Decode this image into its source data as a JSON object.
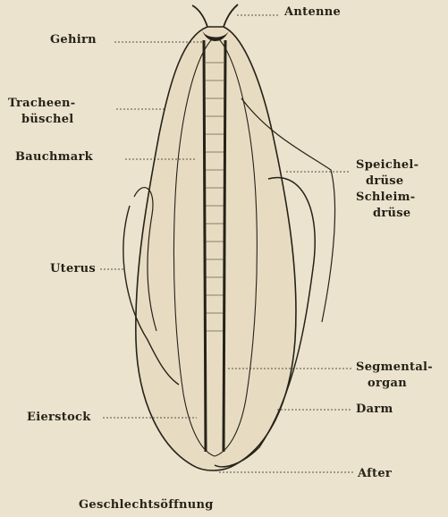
{
  "figure": {
    "labels": {
      "antenne": "Antenne",
      "gehirn": "Gehirn",
      "tracheen_line1": "Tracheen-",
      "tracheen_line2": "büschel",
      "bauchmark": "Bauchmark",
      "speichel_line1": "Speichel-",
      "speichel_line2": "drüse",
      "schleim_line1": "Schleim-",
      "schleim_line2": "drüse",
      "uterus": "Uterus",
      "segmental_line1": "Segmental-",
      "segmental_line2": "organ",
      "darm": "Darm",
      "eierstock": "Eierstock",
      "after": "After",
      "geschlechtsoeffnung": "Geschlechtsöffnung"
    },
    "colors": {
      "paper": "#ebe3cd",
      "ink": "#262219"
    }
  }
}
